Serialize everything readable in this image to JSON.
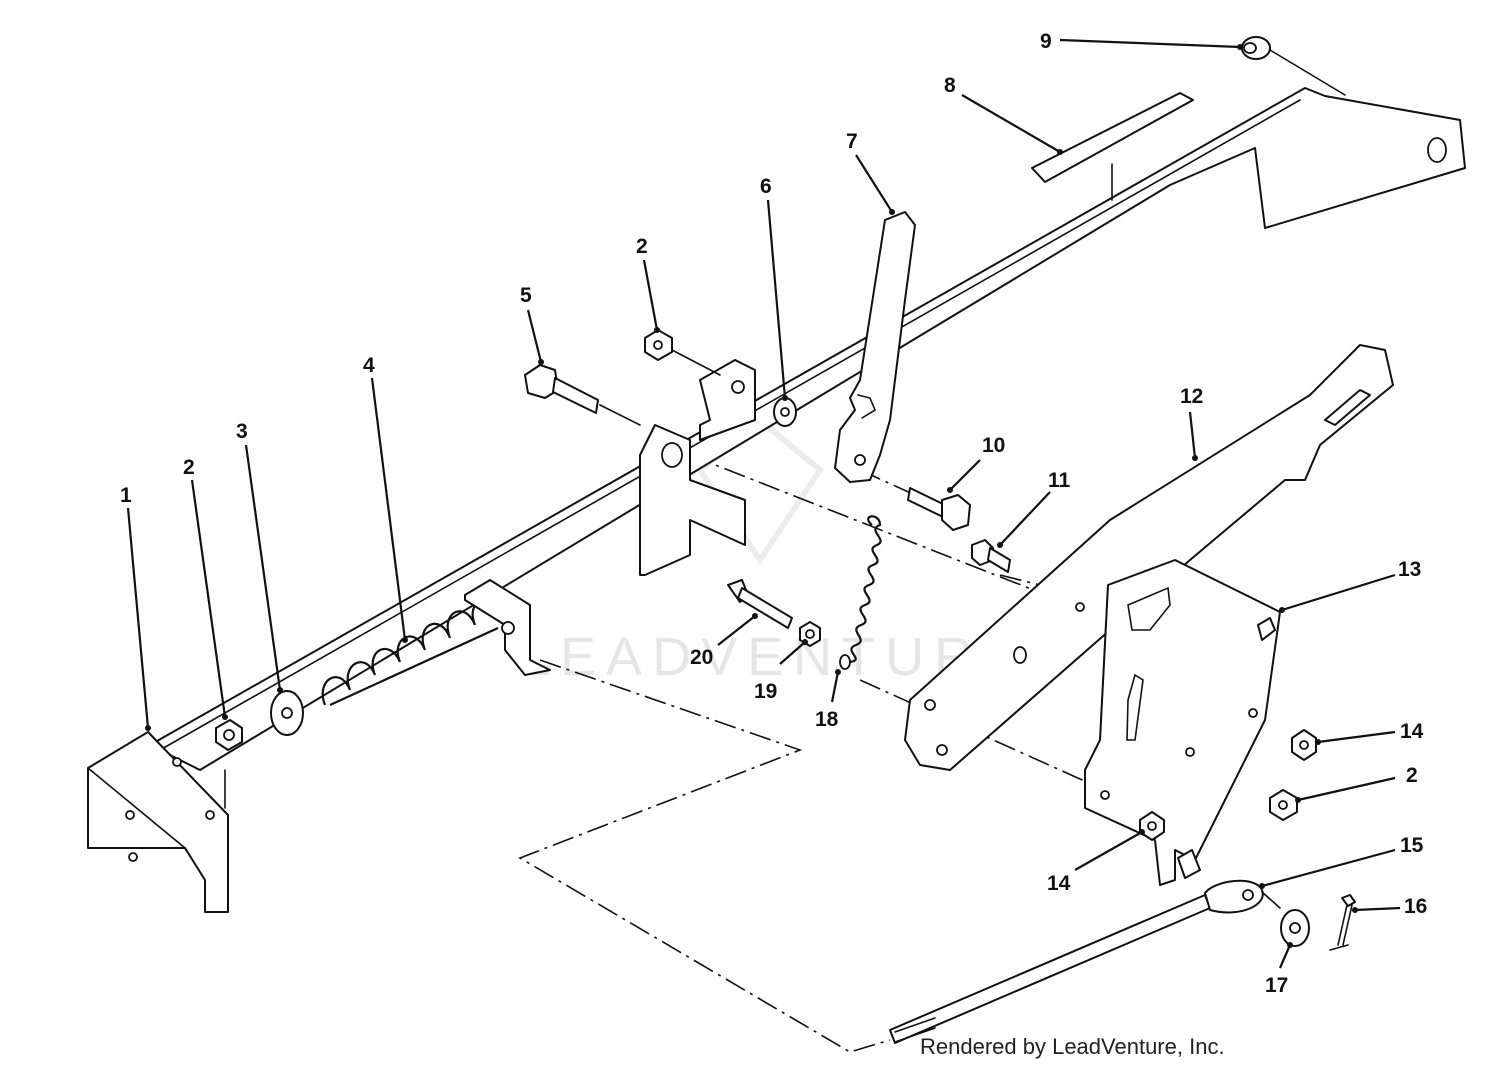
{
  "watermark": "LEADVENTURE",
  "credit": "Rendered by LeadVenture, Inc.",
  "callouts": {
    "c1": "1",
    "c2a": "2",
    "c2b": "2",
    "c2c": "2",
    "c3": "3",
    "c4": "4",
    "c5": "5",
    "c6": "6",
    "c7": "7",
    "c8": "8",
    "c9": "9",
    "c10": "10",
    "c11": "11",
    "c12": "12",
    "c13": "13",
    "c14a": "14",
    "c14b": "14",
    "c15": "15",
    "c16": "16",
    "c17": "17",
    "c18": "18",
    "c19": "19",
    "c20": "20"
  }
}
